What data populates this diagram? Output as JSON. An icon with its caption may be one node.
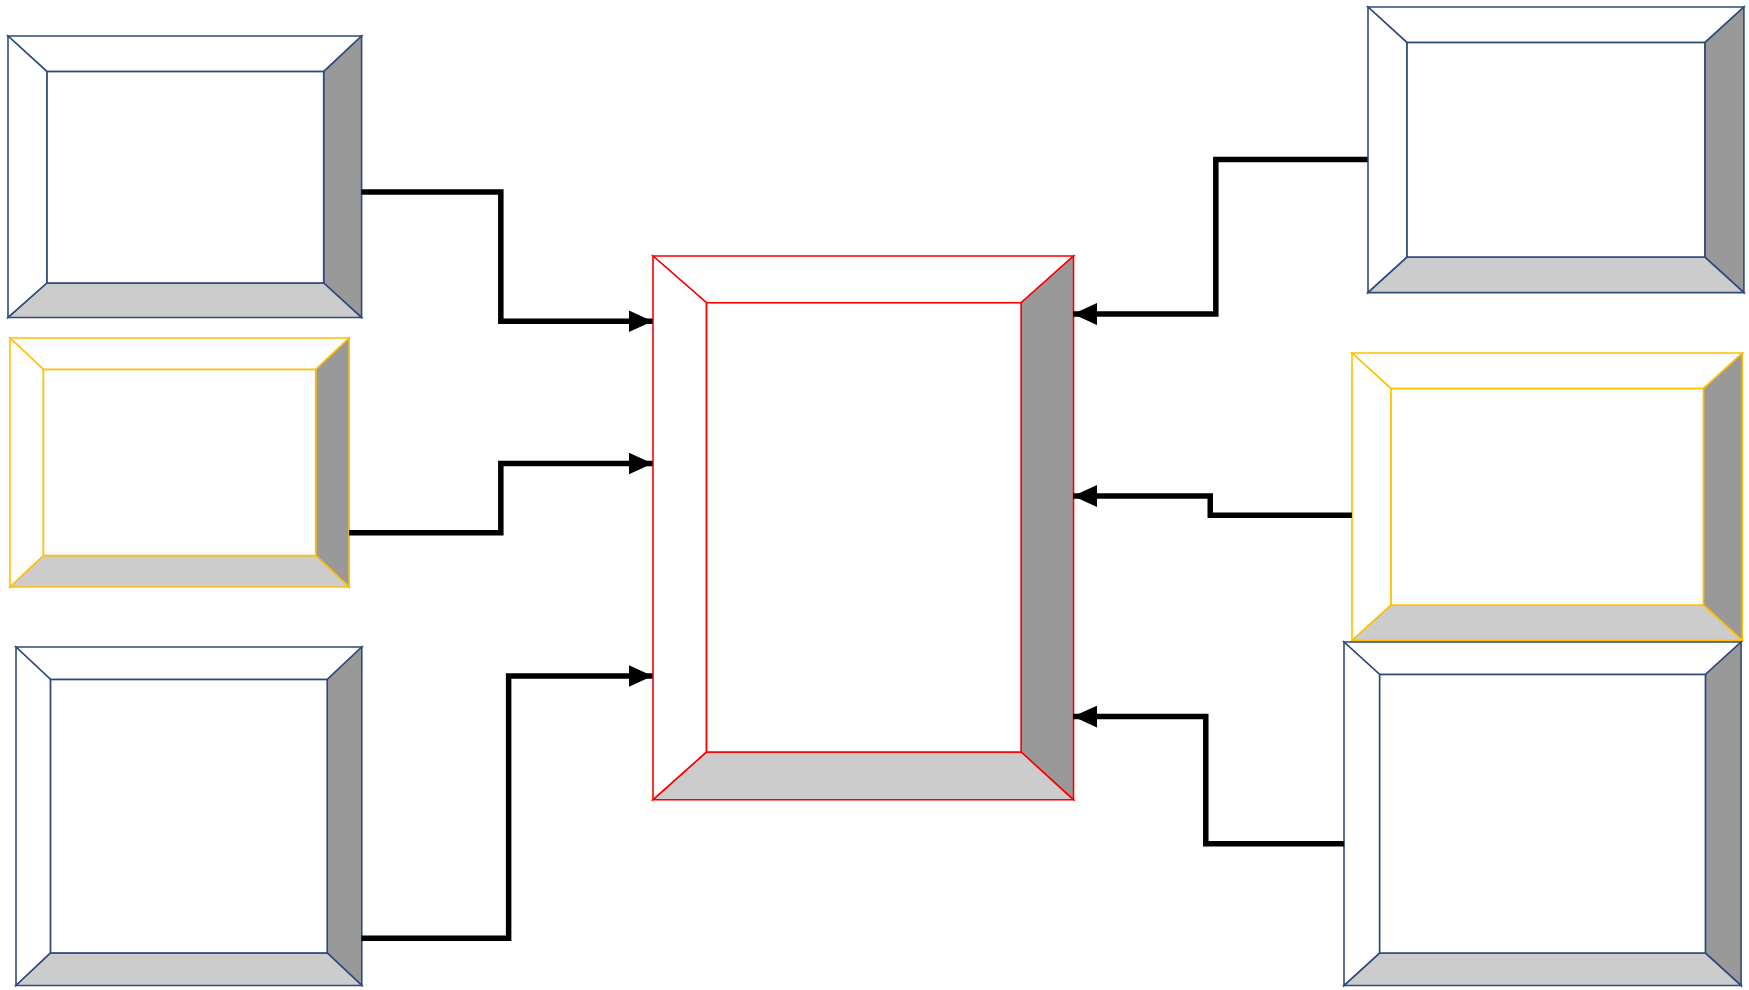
{
  "diagram": {
    "nodes": [
      {
        "text": [],
        "shape": "box"
      },
      {
        "text": [],
        "shape": "box"
      },
      {
        "text": [],
        "shape": "box"
      },
      {
        "text": [],
        "shape": "box"
      },
      {
        "text": [],
        "shape": "box"
      },
      {
        "text": [],
        "shape": "box"
      },
      {
        "text": [],
        "shape": "box"
      }
    ],
    "edges": [
      {
        "from": 0,
        "to": 3,
        "arrow": "to"
      },
      {
        "from": 1,
        "to": 3,
        "arrow": "to"
      },
      {
        "from": 2,
        "to": 3,
        "arrow": "to"
      },
      {
        "from": 4,
        "to": 3,
        "arrow": "to"
      },
      {
        "from": 5,
        "to": 3,
        "arrow": "to"
      },
      {
        "from": 6,
        "to": 3,
        "arrow": "to"
      }
    ]
  }
}
